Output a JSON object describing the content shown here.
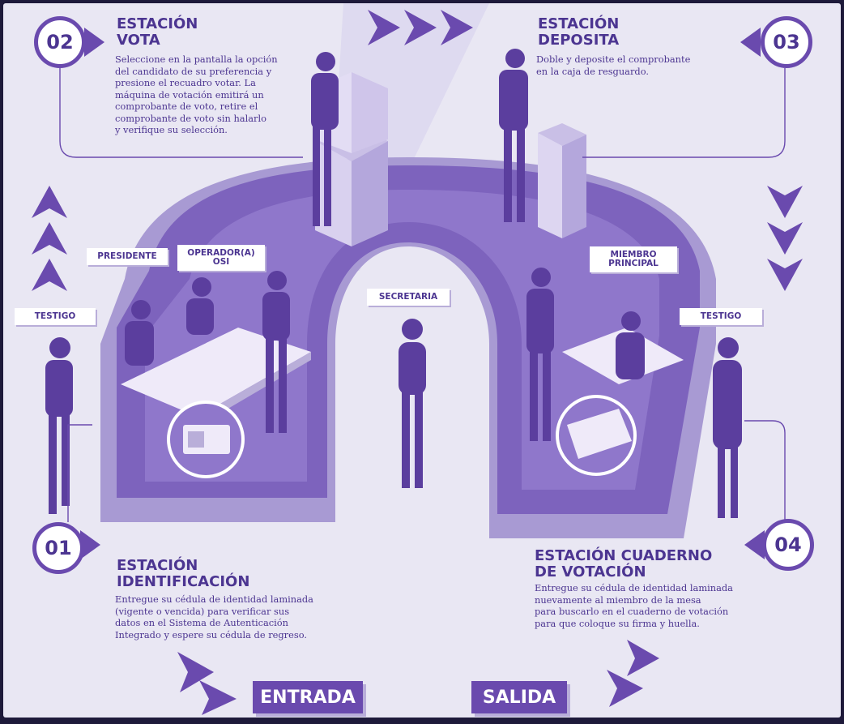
{
  "stations": [
    {
      "number": "01",
      "title_line1": "ESTACIÓN",
      "title_line2": "IDENTIFICACIÓN",
      "description_lines": [
        "Entregue su cédula de identidad laminada",
        "(vigente o vencida) para verificar sus",
        "datos en el Sistema de Autenticación",
        "Integrado y espere su cédula de regreso."
      ]
    },
    {
      "number": "02",
      "title_line1": "ESTACIÓN",
      "title_line2": "VOTA",
      "description_lines": [
        "Seleccione en la pantalla la opción",
        "del candidato de su preferencia y",
        "presione el recuadro votar. La",
        "máquina de votación emitirá un",
        "comprobante de voto, retire el",
        "comprobante de voto sin halarlo",
        "y verifique su selección."
      ]
    },
    {
      "number": "03",
      "title_line1": "ESTACIÓN",
      "title_line2": "DEPOSITA",
      "description_lines": [
        "Doble y deposite el comprobante",
        "en la caja de resguardo."
      ]
    },
    {
      "number": "04",
      "title_line1": "ESTACIÓN CUADERNO",
      "title_line2": "DE VOTACIÓN",
      "description_lines": [
        "Entregue su cédula de identidad laminada",
        "nuevamente al miembro de la mesa",
        "para buscarlo en el cuaderno de votación",
        "para que coloque su firma y huella."
      ]
    }
  ],
  "roles": {
    "presidente": "PRESIDENTE",
    "operador_line1": "OPERADOR(A)",
    "operador_line2": "OSI",
    "testigo_left": "TESTIGO",
    "secretaria": "SECRETARIA",
    "miembro_line1": "MIEMBRO",
    "miembro_line2": "PRINCIPAL",
    "testigo_right": "TESTIGO"
  },
  "labels": {
    "entrada": "ENTRADA",
    "salida": "SALIDA"
  },
  "colors": {
    "background": "#e9e7f3",
    "primary_purple": "#6a4aae",
    "dark_purple": "#4c3591",
    "light_purple": "#b9aed9",
    "mid_purple": "#8a72c4"
  }
}
